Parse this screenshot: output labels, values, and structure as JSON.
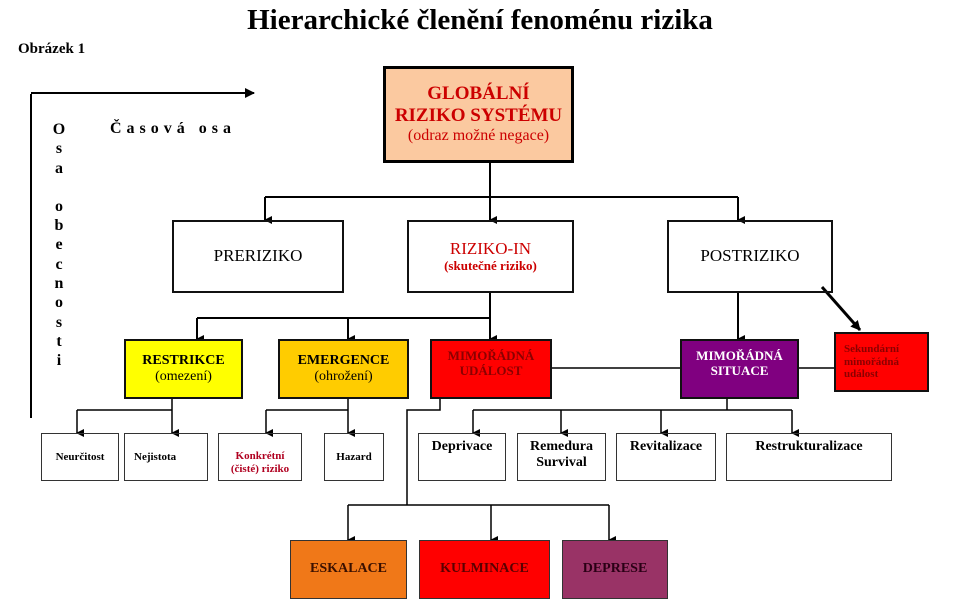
{
  "title": "Hierarchické členění fenoménu rizika",
  "figure_label": "Obrázek 1",
  "axes": {
    "vertical": "Osa obecnosti",
    "vertical_letters": [
      "O",
      "s",
      "a",
      "",
      "o",
      "b",
      "e",
      "c",
      "n",
      "o",
      "s",
      "t",
      "i"
    ],
    "horizontal": "Časová osa"
  },
  "colors": {
    "global": "#FBC9A0",
    "restrikce": "#FFFF00",
    "emergence": "#FFCC00",
    "udalost": "#FF0000",
    "situace": "#800080",
    "sekundarni": "#FF0000",
    "eskalace": "#F07818",
    "kulminace": "#FF0000",
    "deprese": "#993366",
    "dark_red_text": "#8B0000",
    "red_text": "#CC0000"
  },
  "level0": {
    "line1": "GLOBÁLNÍ",
    "line2": "RIZIKO SYSTÉMU",
    "line3": "(odraz možné negace)"
  },
  "level1": {
    "prerisk": "PRERIZIKO",
    "risk_in": {
      "line1": "RIZIKO-IN",
      "line2": "(skutečné riziko)"
    },
    "postrisk": "POSTRIZIKO"
  },
  "level2": {
    "restrikce": {
      "line1": "RESTRIKCE",
      "line2": "(omezení)"
    },
    "emergence": {
      "line1": "EMERGENCE",
      "line2": "(ohrožení)"
    },
    "udalost": {
      "line1": "MIMOŘÁDNÁ",
      "line2": "UDÁLOST"
    },
    "situace": {
      "line1": "MIMOŘÁDNÁ",
      "line2": "SITUACE"
    },
    "sekundarni": {
      "line1": "Sekundární",
      "line2": "mimořádná",
      "line3": "událost"
    }
  },
  "level3": {
    "neurcitost": "Neurčitost",
    "nejistota": "Nejistota",
    "konkretni": {
      "line1": "Konkrétní",
      "line2": "(čisté) riziko"
    },
    "hazard": "Hazard",
    "deprivace": "Deprivace",
    "remedura": {
      "line1": "Remedura",
      "line2": "Survival"
    },
    "revitalizace": "Revitalizace",
    "restrukturalizace": "Restrukturalizace"
  },
  "level4": {
    "eskalace": "ESKALACE",
    "kulminace": "KULMINACE",
    "deprese": "DEPRESE"
  }
}
